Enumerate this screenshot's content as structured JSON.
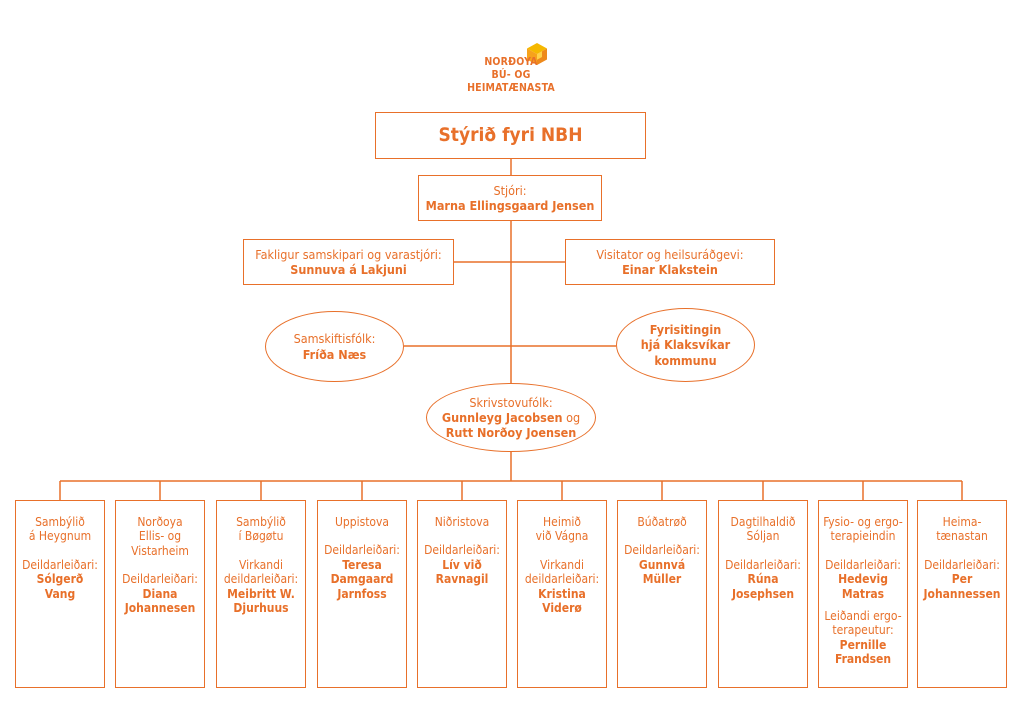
{
  "logo": {
    "line1": "NORÐOYA",
    "line2": "BÚ- OG HEIMATÆNASTA"
  },
  "colors": {
    "accent": "#e8702a",
    "logo_yellow": "#f5b800",
    "logo_orange": "#ee8a1c"
  },
  "board": {
    "title": "Stýrið fyri NBH"
  },
  "director": {
    "label": "Stjóri:",
    "name": "Marna Ellingsgaard Jensen"
  },
  "left_staff": {
    "label": "Fakligur samskipari og varastjóri:",
    "name": "Sunnuva á Lakjuni"
  },
  "right_staff": {
    "label": "Visitator og heilsuráðgevi:",
    "name": "Einar Klakstein"
  },
  "communication": {
    "label": "Samskiftisfólk:",
    "name": "Fríða Næs"
  },
  "municipality": {
    "line1": "Fyrisitingin",
    "line2": "hjá Klaksvíkar",
    "line3": "kommunu"
  },
  "office": {
    "label": "Skrivstovufólk:",
    "name1": "Gunnleyg Jacobsen",
    "connector": "og",
    "name2": "Rutt Norðoy Joensen"
  },
  "departments": [
    {
      "name": "Sambýlið\ná Heygnum",
      "label": "Deildarleiðari:",
      "person": "Sólgerð\nVang"
    },
    {
      "name": "Norðoya\nEllis- og\nVistarheim",
      "label": "Deildarleiðari:",
      "person": "Diana\nJohannesen"
    },
    {
      "name": "Sambýlið\ní Bøgøtu",
      "label": "Virkandi\ndeildarleiðari:",
      "person": "Meibritt W.\nDjurhuus"
    },
    {
      "name": "Uppistova",
      "label": "Deildarleiðari:",
      "person": "Teresa\nDamgaard\nJarnfoss"
    },
    {
      "name": "Niðristova",
      "label": "Deildarleiðari:",
      "person": "Lív við\nRavnagil"
    },
    {
      "name": "Heimið\nvið Vágna",
      "label": "Virkandi\ndeildarleiðari:",
      "person": "Kristina\nViderø"
    },
    {
      "name": "Búðatrøð",
      "label": "Deildarleiðari:",
      "person": "Gunnvá\nMüller"
    },
    {
      "name": "Dagtilhaldið\nSóljan",
      "label": "Deildarleiðari:",
      "person": "Rúna\nJosephsen"
    },
    {
      "name": "Fysio- og ergo-\nterapieindin",
      "label": "Deildarleiðari:",
      "person": "Hedevig\nMatras",
      "extra_label": "Leiðandi ergo-\nterapeutur:",
      "extra_person": "Pernille\nFrandsen"
    },
    {
      "name": "Heima-\ntænastan",
      "label": "Deildarleiðari:",
      "person": "Per\nJohannessen"
    }
  ]
}
